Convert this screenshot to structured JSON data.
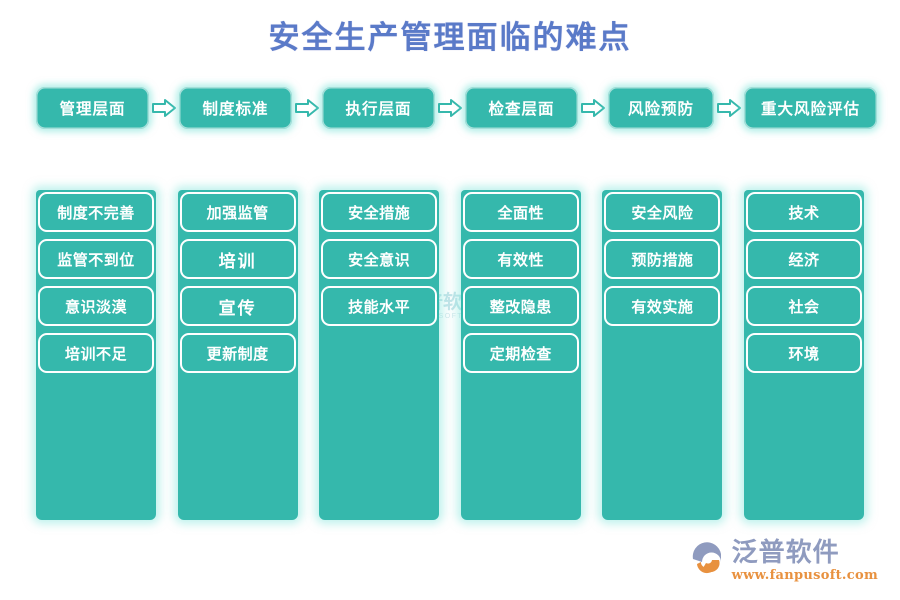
{
  "page": {
    "title": "安全生产管理面临的难点",
    "title_color": "#5a7ac8",
    "background": "#ffffff",
    "accent_color": "#35b8ac",
    "box_text_color": "#ffffff"
  },
  "header_flow": {
    "arrow_icon": "right-arrow-icon",
    "steps": [
      {
        "label": "管理层面"
      },
      {
        "label": "制度标准"
      },
      {
        "label": "执行层面"
      },
      {
        "label": "检查层面"
      },
      {
        "label": "风险预防"
      },
      {
        "label": "重大风险评估"
      }
    ]
  },
  "columns": [
    {
      "header": "管理层面",
      "items": [
        {
          "label": "制度不完善",
          "emphasis": false
        },
        {
          "label": "监管不到位",
          "emphasis": false
        },
        {
          "label": "意识淡漠",
          "emphasis": false
        },
        {
          "label": "培训不足",
          "emphasis": false
        }
      ]
    },
    {
      "header": "制度标准",
      "items": [
        {
          "label": "加强监管",
          "emphasis": false
        },
        {
          "label": "培训",
          "emphasis": true
        },
        {
          "label": "宣传",
          "emphasis": true
        },
        {
          "label": "更新制度",
          "emphasis": false
        }
      ]
    },
    {
      "header": "执行层面",
      "items": [
        {
          "label": "安全措施",
          "emphasis": false
        },
        {
          "label": "安全意识",
          "emphasis": false
        },
        {
          "label": "技能水平",
          "emphasis": false
        }
      ]
    },
    {
      "header": "检查层面",
      "items": [
        {
          "label": "全面性",
          "emphasis": false
        },
        {
          "label": "有效性",
          "emphasis": false
        },
        {
          "label": "整改隐患",
          "emphasis": false
        },
        {
          "label": "定期检查",
          "emphasis": false
        }
      ]
    },
    {
      "header": "风险预防",
      "items": [
        {
          "label": "安全风险",
          "emphasis": false
        },
        {
          "label": "预防措施",
          "emphasis": false
        },
        {
          "label": "有效实施",
          "emphasis": false
        }
      ]
    },
    {
      "header": "重大风险评估",
      "items": [
        {
          "label": "技术",
          "emphasis": false
        },
        {
          "label": "经济",
          "emphasis": false
        },
        {
          "label": "社会",
          "emphasis": false
        },
        {
          "label": "环境",
          "emphasis": false
        }
      ]
    }
  ],
  "watermark": {
    "icon": "fanpu-logo-icon",
    "name_cn": "泛普软件",
    "name_en": "FANPU SOFTWARE"
  },
  "brand_logo": {
    "icon": "fanpu-logo-icon",
    "name_cn": "泛普软件",
    "url": "www.fanpusoft.com"
  }
}
